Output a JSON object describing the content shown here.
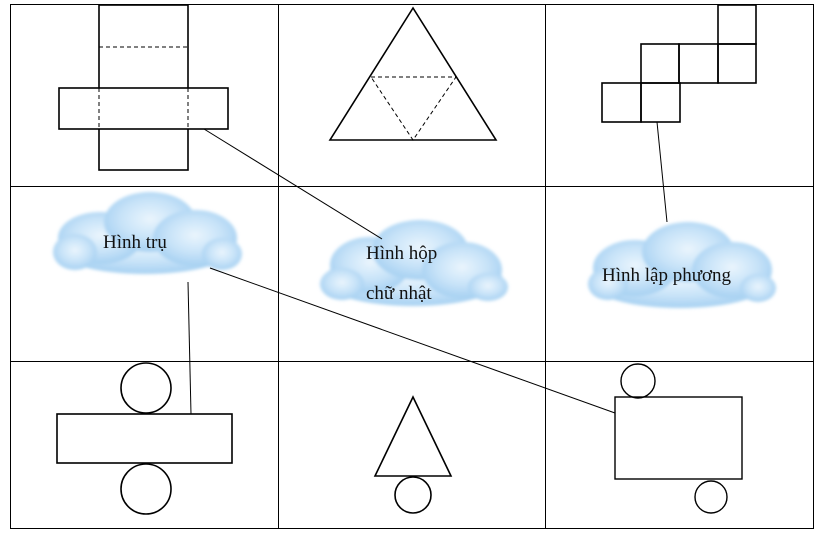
{
  "labels": {
    "cylinder": "Hình trụ",
    "box_line1": "Hình hộp",
    "box_line2": "chữ nhật",
    "cube": "Hình lập phương"
  },
  "colors": {
    "cloud_light": "#d7ecfb",
    "cloud_mid": "#b9dcf6",
    "cloud_dark": "#8fc3ec",
    "stroke": "#000000"
  }
}
